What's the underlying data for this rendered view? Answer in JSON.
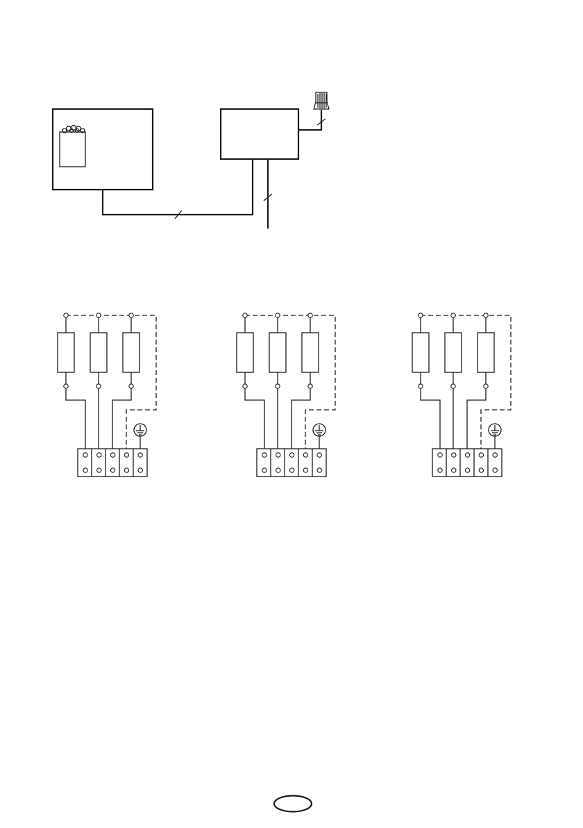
{
  "diagram": {
    "overview": {
      "nodes": [
        "sauna-heater",
        "control-unit",
        "temperature-sensor",
        "mains-supply"
      ]
    },
    "wiring_variants": [
      {
        "id": "variant-1",
        "heating_elements": 3,
        "terminals": 5
      },
      {
        "id": "variant-2",
        "heating_elements": 3,
        "terminals": 5
      },
      {
        "id": "variant-3",
        "heating_elements": 3,
        "terminals": 5
      }
    ]
  },
  "page_marker": {
    "label": ""
  }
}
